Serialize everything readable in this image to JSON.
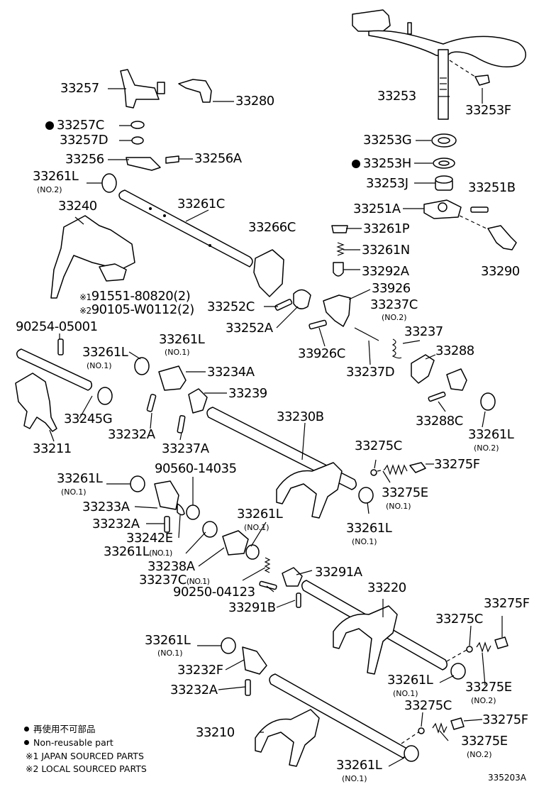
{
  "parts": {
    "p33257": "33257",
    "p33280": "33280",
    "p33257C": "33257C",
    "p33257D": "33257D",
    "p33256": "33256",
    "p33256A": "33256A",
    "p33261L_a": "33261L",
    "p33240": "33240",
    "p33261C": "33261C",
    "p33266C": "33266C",
    "p91551": "91551-80820(2)",
    "p90105": "90105-W0112(2)",
    "p33252C": "33252C",
    "p33252A": "33252A",
    "p90254": "90254-05001",
    "p33261L_b": "33261L",
    "p33261L_c": "33261L",
    "p33234A": "33234A",
    "p33239": "33239",
    "p33245G": "33245G",
    "p33232A_a": "33232A",
    "p33237A": "33237A",
    "p33211": "33211",
    "p33230B": "33230B",
    "p33253": "33253",
    "p33253F": "33253F",
    "p33253G": "33253G",
    "p33253H": "33253H",
    "p33253J": "33253J",
    "p33251B": "33251B",
    "p33251A": "33251A",
    "p33261P": "33261P",
    "p33261N": "33261N",
    "p33292A": "33292A",
    "p33290": "33290",
    "p33926": "33926",
    "p33237C_a": "33237C",
    "p33926C": "33926C",
    "p33237": "33237",
    "p33288": "33288",
    "p33237D": "33237D",
    "p33288C": "33288C",
    "p33261L_d": "33261L",
    "p90560": "90560-14035",
    "p33261L_e": "33261L",
    "p33233A": "33233A",
    "p33232A_b": "33232A",
    "p33242E": "33242E",
    "p33261L_f": "33261L",
    "p33275C_a": "33275C",
    "p33275F_a": "33275F",
    "p33275E_a": "33275E",
    "p33261L_g": "33261L",
    "p33261L_h": "33261L",
    "p33238A": "33238A",
    "p33237C_b": "33237C",
    "p33291A": "33291A",
    "p90250": "90250-04123",
    "p33291B": "33291B",
    "p33220": "33220",
    "p33275F_b": "33275F",
    "p33275C_b": "33275C",
    "p33261L_i": "33261L",
    "p33232F": "33232F",
    "p33232A_c": "33232A",
    "p33261L_j": "33261L",
    "p33275E_b": "33275E",
    "p33275C_c": "33275C",
    "p33275F_c": "33275F",
    "p33210": "33210",
    "p33275E_c": "33275E",
    "p33261L_k": "33261L"
  },
  "notes": {
    "no1": "(NO.1)",
    "no2": "(NO.2)",
    "ref1": "※1",
    "ref2": "※2"
  },
  "legend": {
    "line1": "再使用不可部品",
    "line2": "Non-reusable part",
    "line3": "※1 JAPAN SOURCED PARTS",
    "line4": "※2 LOCAL SOURCED PARTS"
  },
  "diagram_id": "335203A"
}
